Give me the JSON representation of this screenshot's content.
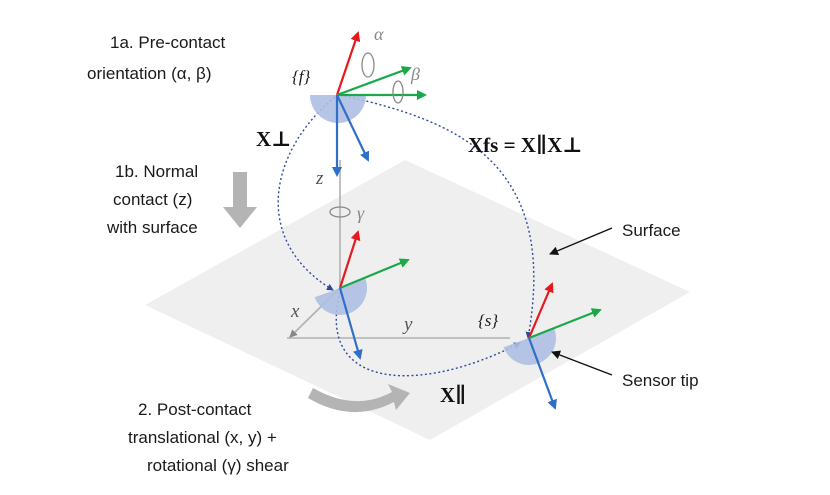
{
  "steps": {
    "pre_contact_line1": "1a.  Pre-contact",
    "pre_contact_line2": "orientation (α, β)",
    "normal_line1": "1b.  Normal",
    "normal_line2": "contact (z)",
    "normal_line3": "with surface",
    "post_line1": "2.  Post-contact",
    "post_line2": "translational (x, y) +",
    "post_line3": "rotational (γ) shear"
  },
  "frames": {
    "finger": "{f}",
    "sensor": "{s}"
  },
  "transforms": {
    "perp": "X⊥",
    "parallel": "X∥",
    "composite": "Xfs = X∥X⊥"
  },
  "axes": {
    "x": "x",
    "y": "y",
    "z": "z",
    "alpha": "α",
    "beta": "β",
    "gamma": "γ"
  },
  "callouts": {
    "surface": "Surface",
    "sensor_tip": "Sensor tip"
  },
  "colors": {
    "x_axis": "#e8191e",
    "y_axis": "#1aa84a",
    "z_axis": "#2f6fc7",
    "surface": "#efefef",
    "hemisphere": "#aebfe3",
    "path": "#2b4a9c",
    "gray_arrow": "#b4b4b4"
  }
}
